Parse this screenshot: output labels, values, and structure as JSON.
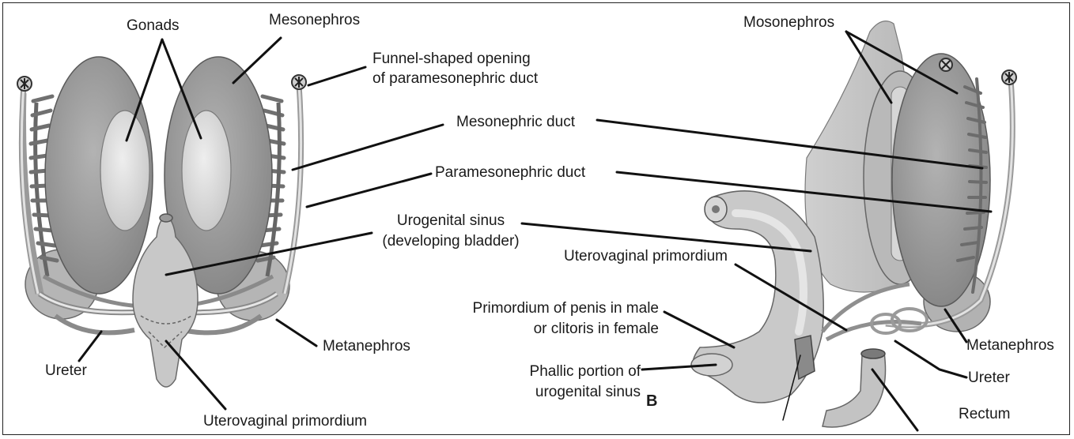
{
  "figure": {
    "left_panel": {
      "labels": {
        "gonads": "Gonads",
        "mesonephros": "Mesonephros",
        "funnel_line1": "Funnel-shaped opening",
        "funnel_line2": "of paramesonephric duct",
        "mesonephric_duct": "Mesonephric duct",
        "paramesonephric_duct": "Paramesonephric duct",
        "urogenital_sinus_line1": "Urogenital sinus",
        "urogenital_sinus_line2": "(developing bladder)",
        "metanephros": "Metanephros",
        "ureter": "Ureter",
        "uterovaginal_primordium": "Uterovaginal primordium"
      }
    },
    "right_panel": {
      "labels": {
        "mosonephros": "Mosonephros",
        "uterovaginal_primordium": "Uterovaginal primordium",
        "primordium_line1": "Primordium of penis in male",
        "primordium_line2": "or clitoris in female",
        "phallic_line1": "Phallic portion of",
        "phallic_line2": "urogenital sinus",
        "panel_letter": "B",
        "metanephros": "Metanephros",
        "ureter": "Ureter",
        "rectum": "Rectum"
      }
    },
    "colors": {
      "tissue_dark": "#8f8f8f",
      "tissue_mid": "#a9a9a9",
      "tissue_light": "#c9c9c9",
      "tissue_pale": "#dcdcdc",
      "outline": "#555555",
      "leader": "#111111"
    }
  }
}
